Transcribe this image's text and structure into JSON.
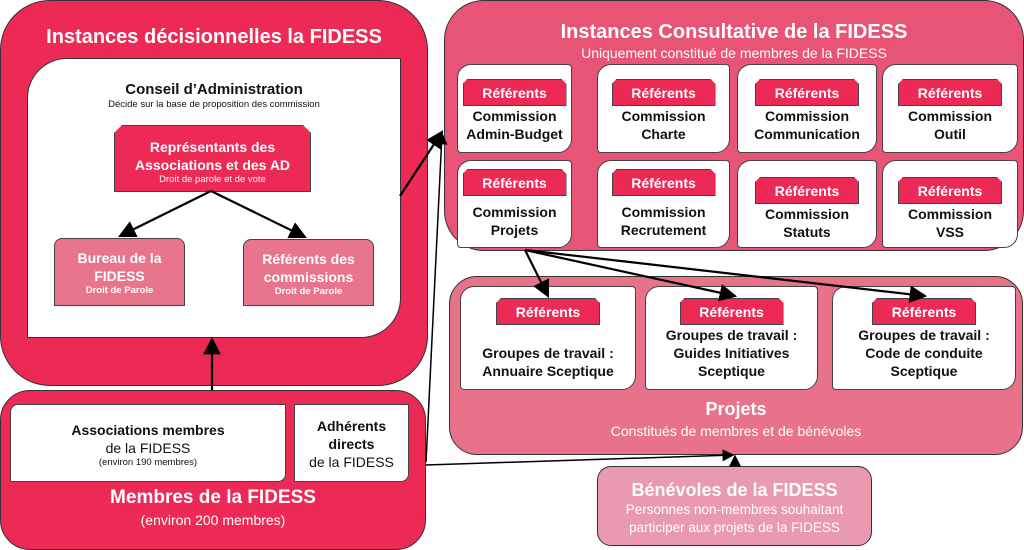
{
  "decisional": {
    "title": "Instances décisionnelles la FIDESS",
    "ca_title": "Conseil d’Administration",
    "ca_subtitle": "Décide sur la base de proposition des commission",
    "reps": {
      "line1": "Représentants des",
      "line2": "Associations et des AD",
      "sub": "Droit de parole et de vote"
    },
    "bureau": {
      "line1": "Bureau de la",
      "line2": "FIDESS",
      "sub": "Droit de Parole"
    },
    "referents": {
      "line1": "Référents des",
      "line2": "commissions",
      "sub": "Droit de Parole"
    }
  },
  "consultative": {
    "title": "Instances Consultative de la FIDESS",
    "subtitle": "Uniquement constitué de membres de la FIDESS",
    "tag": "Référents",
    "commissions": [
      {
        "l1": "Commission",
        "l2": "Admin-Budget"
      },
      {
        "l1": "Commission",
        "l2": "Charte"
      },
      {
        "l1": "Commission",
        "l2": "Communication"
      },
      {
        "l1": "Commission",
        "l2": "Outil"
      },
      {
        "l1": "Commission",
        "l2": "Projets"
      },
      {
        "l1": "Commission",
        "l2": "Recrutement"
      },
      {
        "l1": "Commission",
        "l2": "Statuts"
      },
      {
        "l1": "Commission",
        "l2": "VSS"
      }
    ]
  },
  "projets": {
    "title": "Projets",
    "subtitle": "Constitués de membres et de bénévoles",
    "tag": "Référents",
    "groups": [
      {
        "l1": "Groupes de travail :",
        "l2": "Annuaire Sceptique",
        "l3": ""
      },
      {
        "l1": "Groupes de travail :",
        "l2": "Guides Initiatives",
        "l3": "Sceptique"
      },
      {
        "l1": "Groupes de travail :",
        "l2": "Code de conduite",
        "l3": "Sceptique"
      }
    ]
  },
  "benevoles": {
    "title": "Bénévoles de la FIDESS",
    "line1": "Personnes non-membres souhaitant",
    "line2": "participer aux projets de la FIDESS"
  },
  "membres": {
    "title": "Membres de la FIDESS",
    "subtitle": "(environ 200 membres)",
    "assoc": {
      "l1": "Associations membres",
      "l2": "de la FIDESS",
      "l3": "(environ 190 membres)"
    },
    "adherents": {
      "l1": "Adhérents",
      "l2": "directs",
      "l3": "de la FIDESS"
    }
  }
}
